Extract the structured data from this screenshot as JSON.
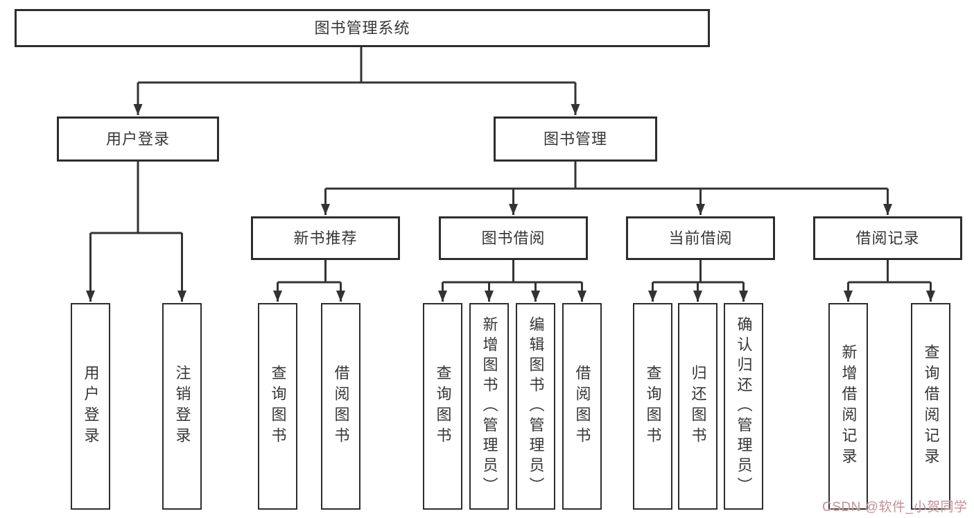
{
  "diagram_title": "图书管理系统",
  "colors": {
    "line": "#333333",
    "box_border": "#2d2d2d",
    "box_fill": "#ffffff",
    "text": "#363636",
    "watermark": "#c58f97",
    "background": "#ffffff"
  },
  "nodes": {
    "root": {
      "label": "图书管理系统"
    },
    "branches": [
      {
        "label": "用户登录",
        "children": [
          {
            "label": "用户登录"
          },
          {
            "label": "注销登录"
          }
        ]
      },
      {
        "label": "图书管理",
        "children": [
          {
            "label": "新书推荐",
            "children": [
              {
                "label": "查询图书"
              },
              {
                "label": "借阅图书"
              }
            ]
          },
          {
            "label": "图书借阅",
            "children": [
              {
                "label": "查询图书"
              },
              {
                "label": "新增图书（管理员）"
              },
              {
                "label": "编辑图书（管理员）"
              },
              {
                "label": "借阅图书"
              }
            ]
          },
          {
            "label": "当前借阅",
            "children": [
              {
                "label": "查询图书"
              },
              {
                "label": "归还图书"
              },
              {
                "label": "确认归还（管理员）"
              }
            ]
          },
          {
            "label": "借阅记录",
            "children": [
              {
                "label": "新增借阅记录"
              },
              {
                "label": "查询借阅记录"
              }
            ]
          }
        ]
      }
    ]
  },
  "watermark": {
    "text": "CSDN @软件_小贺同学"
  }
}
